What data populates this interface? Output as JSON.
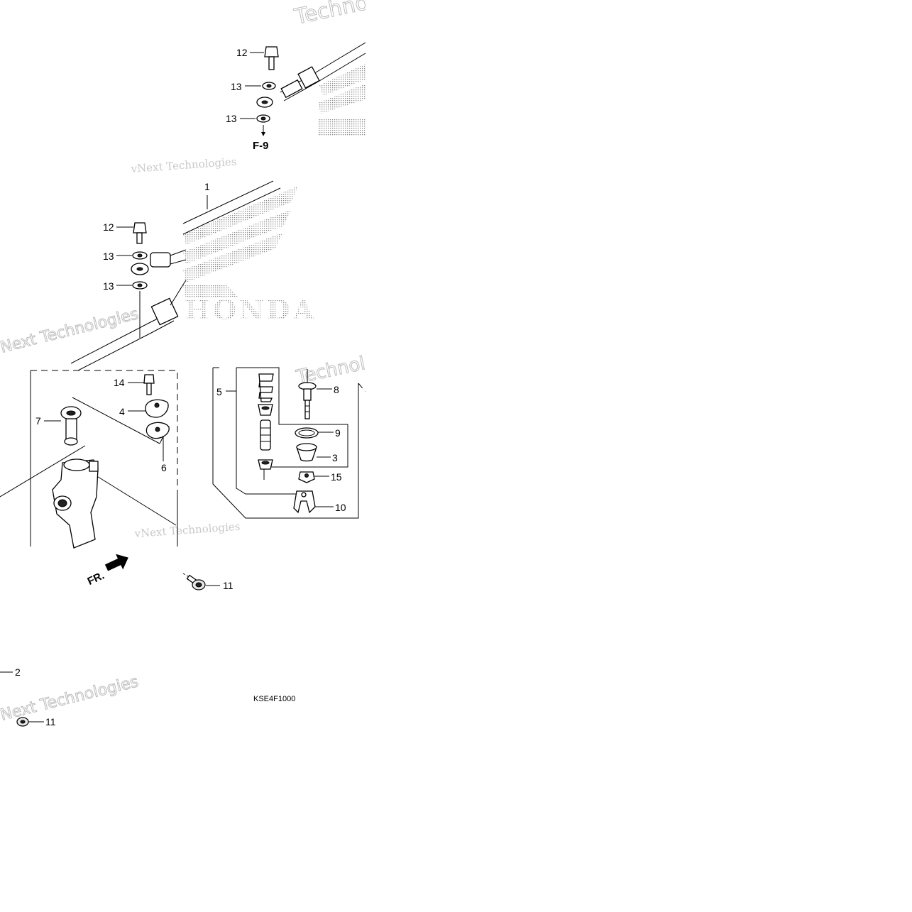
{
  "diagram": {
    "sheet_code": "KSE4F1000",
    "reference_label": "F-9",
    "direction_label": "FR.",
    "logo_text": "HONDA",
    "watermarks": [
      "Technologies",
      "vNext Technologies",
      "vNext Technologies",
      "vNext Technologies",
      "Technologies",
      "vNext Technologies"
    ],
    "callouts": [
      {
        "id": "c12a",
        "label": "12"
      },
      {
        "id": "c13a",
        "label": "13"
      },
      {
        "id": "c13b",
        "label": "13"
      },
      {
        "id": "c12b",
        "label": "12"
      },
      {
        "id": "c13c",
        "label": "13"
      },
      {
        "id": "c13d",
        "label": "13"
      },
      {
        "id": "c14",
        "label": "14"
      },
      {
        "id": "c4",
        "label": "4"
      },
      {
        "id": "c7",
        "label": "7"
      },
      {
        "id": "c6",
        "label": "6"
      },
      {
        "id": "c5",
        "label": "5"
      },
      {
        "id": "c8",
        "label": "8"
      },
      {
        "id": "c9",
        "label": "9"
      },
      {
        "id": "c3",
        "label": "3"
      },
      {
        "id": "c15",
        "label": "15"
      },
      {
        "id": "c10",
        "label": "10"
      },
      {
        "id": "c11a",
        "label": "11"
      },
      {
        "id": "c2",
        "label": "2"
      },
      {
        "id": "c11b",
        "label": "11"
      },
      {
        "id": "c1",
        "label": "1"
      }
    ],
    "colors": {
      "line": "#000000",
      "watermark": "#c9c9c9",
      "logo_dots": "#9a9a9a"
    }
  }
}
